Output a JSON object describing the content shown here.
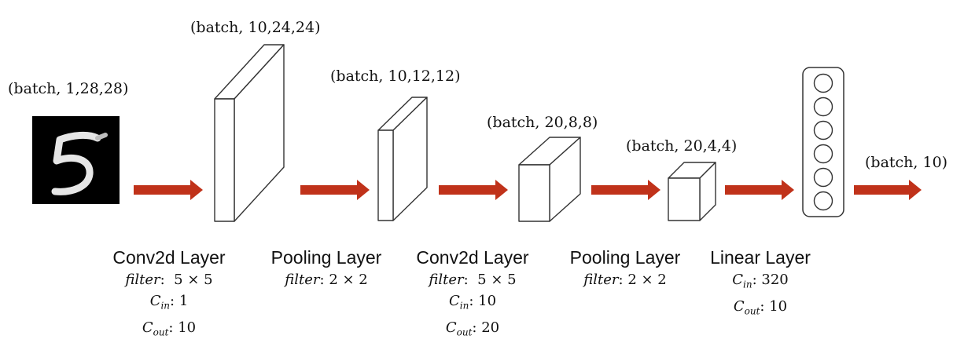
{
  "input_image": {
    "label": "(batch, 1,28,28)",
    "digit": "5"
  },
  "shapes": {
    "conv1_out": "(batch, 10,24,24)",
    "pool1_out": "(batch, 10,12,12)",
    "conv2_out": "(batch, 20,8,8)",
    "pool2_out": "(batch, 20,4,4)",
    "output": "(batch, 10)"
  },
  "layers": [
    {
      "name": "Conv2d Layer",
      "filter": "5 × 5",
      "c_in": "1",
      "c_out": "10"
    },
    {
      "name": "Pooling Layer",
      "filter": "2 × 2"
    },
    {
      "name": "Conv2d Layer",
      "filter": "5 × 5",
      "c_in": "10",
      "c_out": "20"
    },
    {
      "name": "Pooling Layer",
      "filter": "2 × 2"
    },
    {
      "name": "Linear Layer",
      "c_in": "320",
      "c_out": "10"
    }
  ],
  "param_labels": {
    "filter": "filter",
    "c": "C",
    "in": "in",
    "out": "out"
  },
  "neuron_count": 6,
  "colors": {
    "arrow": "#c0321a",
    "input_bg": "#000000",
    "digit": "#e6e6e6"
  }
}
